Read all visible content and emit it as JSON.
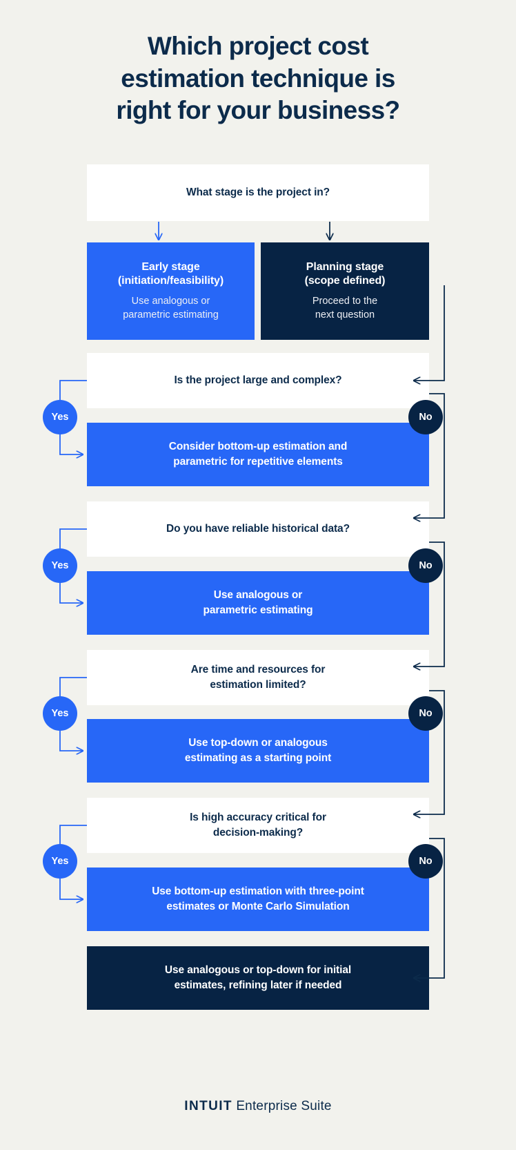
{
  "theme": {
    "background": "#F2F2ED",
    "navy": "#072344",
    "blue": "#2767F7",
    "white": "#FFFFFF",
    "title_color": "#0C2B4B"
  },
  "title": {
    "line1": "Which project cost",
    "line2": "estimation technique is",
    "line3": "right for your business?"
  },
  "start": {
    "question": "What stage is the project in?"
  },
  "stages": [
    {
      "title_line1": "Early stage",
      "title_line2": "(initiation/feasibility)",
      "sub_line1": "Use analogous or",
      "sub_line2": "parametric estimating",
      "style": "blue"
    },
    {
      "title_line1": "Planning stage",
      "title_line2": "(scope defined)",
      "sub_line1": "Proceed to the",
      "sub_line2": "next question",
      "style": "navy"
    }
  ],
  "labels": {
    "yes": "Yes",
    "no": "No"
  },
  "decisions": [
    {
      "question_line1": "Is the project large and complex?",
      "question_line2": "",
      "answer_line1": "Consider bottom-up estimation and",
      "answer_line2": "parametric for repetitive elements"
    },
    {
      "question_line1": "Do you have reliable historical data?",
      "question_line2": "",
      "answer_line1": "Use analogous or",
      "answer_line2": "parametric estimating"
    },
    {
      "question_line1": "Are time and resources for",
      "question_line2": "estimation limited?",
      "answer_line1": "Use top-down or analogous",
      "answer_line2": "estimating as a starting point"
    },
    {
      "question_line1": "Is high accuracy critical for",
      "question_line2": "decision-making?",
      "answer_line1": "Use bottom-up estimation with three-point",
      "answer_line2": "estimates or Monte Carlo Simulation"
    }
  ],
  "final": {
    "line1": "Use analogous or top-down for initial",
    "line2": "estimates, refining later if needed"
  },
  "footer": {
    "brand": "INTUIT",
    "suite": "Enterprise Suite"
  }
}
